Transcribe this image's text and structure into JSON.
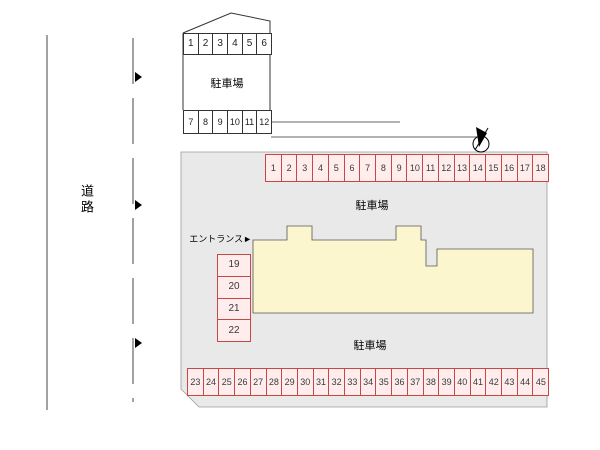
{
  "labels": {
    "road": "道路",
    "entrance": "エントランス►"
  },
  "small_lot": {
    "label": "駐車場",
    "row_top": [
      "1",
      "2",
      "3",
      "4",
      "5",
      "6"
    ],
    "row_bottom": [
      "7",
      "8",
      "9",
      "10",
      "11",
      "12"
    ]
  },
  "main_lot": {
    "label_upper": "駐車場",
    "label_lower": "駐車場",
    "top_row": [
      "1",
      "2",
      "3",
      "4",
      "5",
      "6",
      "7",
      "8",
      "9",
      "10",
      "11",
      "12",
      "13",
      "14",
      "15",
      "16",
      "17",
      "18"
    ],
    "left_column": [
      "19",
      "20",
      "21",
      "22"
    ],
    "bottom_row": [
      "23",
      "24",
      "25",
      "26",
      "27",
      "28",
      "29",
      "30",
      "31",
      "32",
      "33",
      "34",
      "35",
      "36",
      "37",
      "38",
      "39",
      "40",
      "41",
      "42",
      "43",
      "44",
      "45"
    ]
  },
  "icons": {
    "north": "north-arrow",
    "direction": "right-triangle-marker"
  },
  "colors": {
    "space_fill": "#ffecec",
    "space_border": "#c34848",
    "building_fill": "#fbf6cd",
    "site_fill": "#e9e9e9",
    "line": "#333333"
  }
}
